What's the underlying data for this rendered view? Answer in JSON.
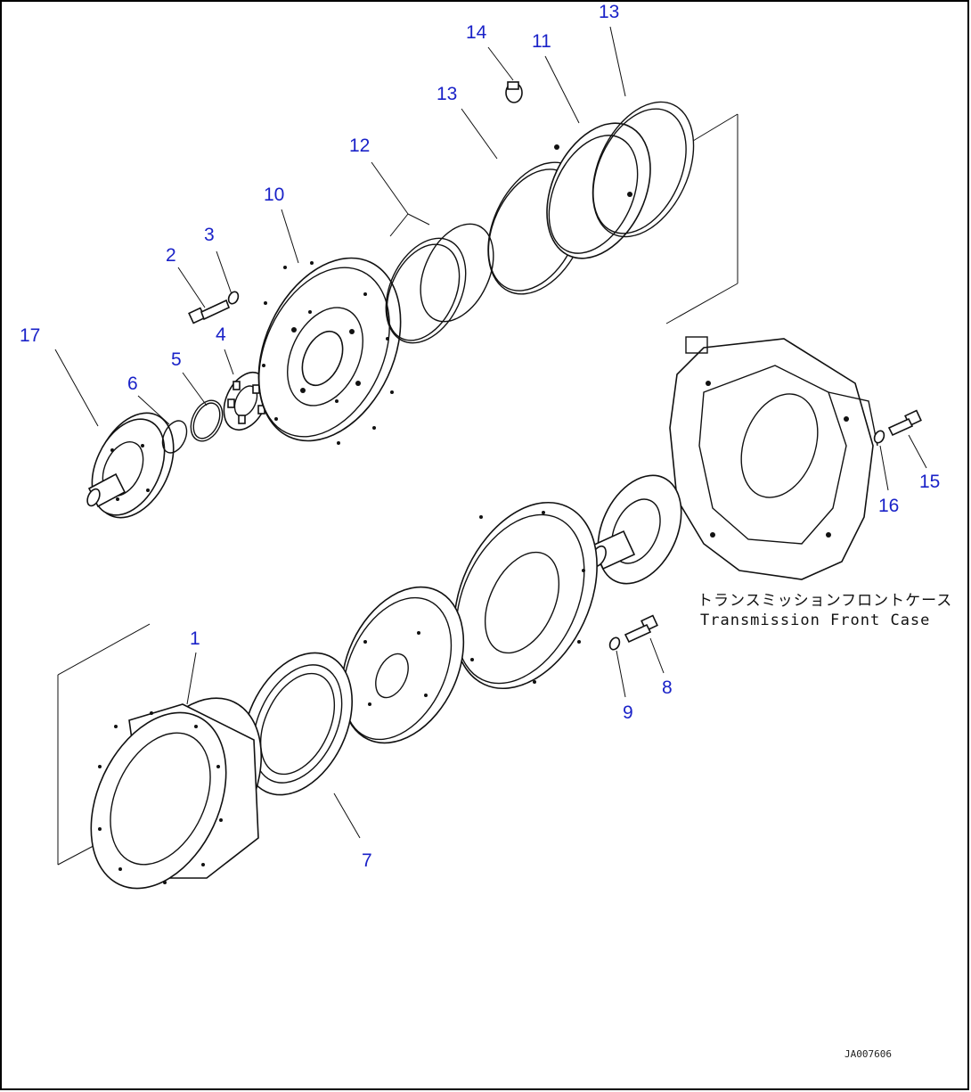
{
  "diagram": {
    "callouts": [
      {
        "id": "c1",
        "text": "1"
      },
      {
        "id": "c2",
        "text": "2"
      },
      {
        "id": "c3",
        "text": "3"
      },
      {
        "id": "c4",
        "text": "4"
      },
      {
        "id": "c5",
        "text": "5"
      },
      {
        "id": "c6",
        "text": "6"
      },
      {
        "id": "c7",
        "text": "7"
      },
      {
        "id": "c8",
        "text": "8"
      },
      {
        "id": "c9",
        "text": "9"
      },
      {
        "id": "c10",
        "text": "10"
      },
      {
        "id": "c11",
        "text": "11"
      },
      {
        "id": "c12",
        "text": "12"
      },
      {
        "id": "c13a",
        "text": "13"
      },
      {
        "id": "c13b",
        "text": "13"
      },
      {
        "id": "c14",
        "text": "14"
      },
      {
        "id": "c15",
        "text": "15"
      },
      {
        "id": "c16",
        "text": "16"
      },
      {
        "id": "c17",
        "text": "17"
      }
    ],
    "caption_jp": "トランスミッションフロントケース",
    "caption_en": "Transmission Front Case",
    "drawing_code": "JA007606",
    "callout_color": "#1a22c8"
  }
}
